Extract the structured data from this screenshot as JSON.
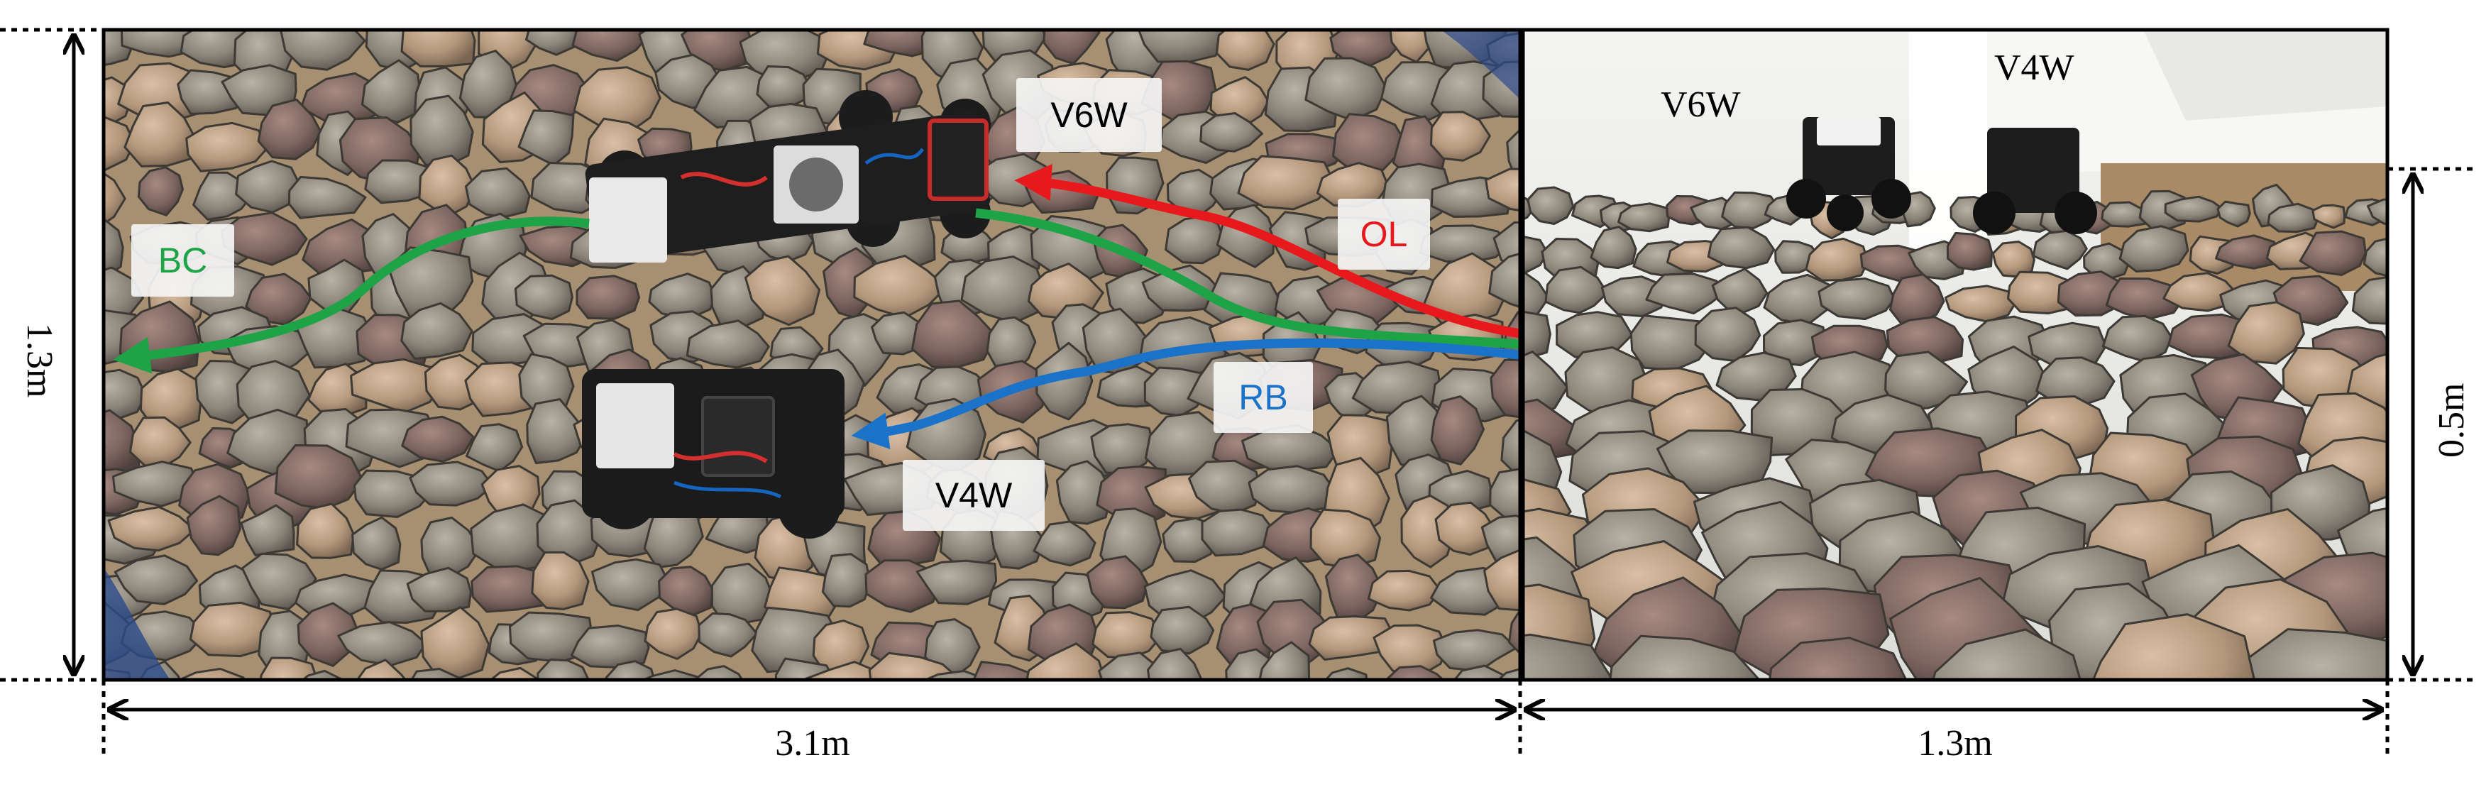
{
  "left_panel": {
    "robot_labels": {
      "v6w": "V6W",
      "v4w": "V4W"
    },
    "path_labels": {
      "ol": "OL",
      "bc": "BC",
      "rb": "RB"
    },
    "path_colors": {
      "ol": "#e8191c",
      "bc": "#1ea347",
      "rb": "#1a73c8"
    }
  },
  "right_panel": {
    "robot_labels": {
      "v6w": "V6W",
      "v4w": "V4W"
    }
  },
  "dimensions": {
    "left_height": "1.3m",
    "bottom_left_width": "3.1m",
    "bottom_right_width": "1.3m",
    "right_height": "0.5m"
  }
}
